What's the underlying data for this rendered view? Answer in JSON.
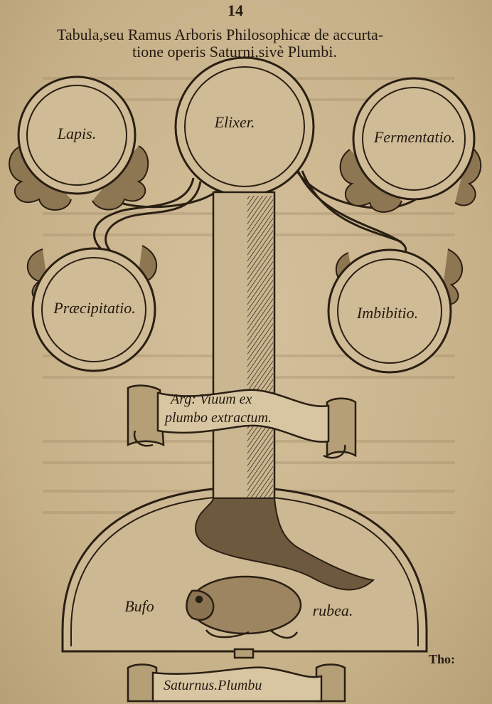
{
  "page_number": "14",
  "title_line1": "Tabula,seu Ramus Arboris Philosophicæ de accurta-",
  "title_line2": "tione operis Saturni,sivè Plumbi.",
  "circles": {
    "lapis": "Lapis.",
    "elixer": "Elixer.",
    "fermentatio": "Fermentatio.",
    "praecipitatio": "Præcipitatio.",
    "imbibitio": "Imbibitio."
  },
  "scroll_line1": "Arg: Viuum ex",
  "scroll_line2": "plumbo extractum.",
  "bufo_left": "Bufo",
  "bufo_right": "rubea.",
  "base_label": "Saturnus.Plumbu",
  "catchword": "Tho:"
}
